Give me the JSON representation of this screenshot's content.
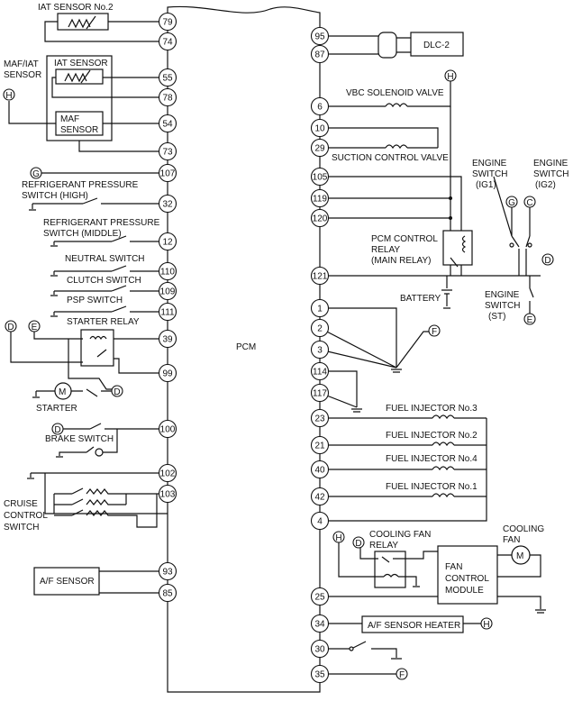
{
  "pcm_label": "PCM",
  "pins_left": [
    "79",
    "74",
    "55",
    "78",
    "54",
    "73",
    "107",
    "32",
    "12",
    "110",
    "109",
    "111",
    "39",
    "99",
    "100",
    "102",
    "103",
    "93",
    "85"
  ],
  "pins_right": [
    "95",
    "87",
    "6",
    "10",
    "29",
    "105",
    "119",
    "120",
    "121",
    "1",
    "2",
    "3",
    "114",
    "117",
    "23",
    "21",
    "40",
    "42",
    "4",
    "25",
    "34",
    "30",
    "35"
  ],
  "labels": {
    "iat2": "IAT SENSOR No.2",
    "maf_iat_1": "MAF/IAT",
    "maf_iat_2": "SENSOR",
    "iat_sensor": "IAT SENSOR",
    "maf_1": "MAF",
    "maf_2": "SENSOR",
    "refrig_high_1": "REFRIGERANT PRESSURE",
    "refrig_high_2": "SWITCH (HIGH)",
    "refrig_mid_1": "REFRIGERANT PRESSURE",
    "refrig_mid_2": "SWITCH (MIDDLE)",
    "neutral": "NEUTRAL SWITCH",
    "clutch": "CLUTCH SWITCH",
    "psp": "PSP SWITCH",
    "starter_relay": "STARTER RELAY",
    "starter": "STARTER",
    "brake": "BRAKE SWITCH",
    "cruise_1": "CRUISE",
    "cruise_2": "CONTROL",
    "cruise_3": "SWITCH",
    "af_sensor": "A/F SENSOR",
    "dlc": "DLC-2",
    "vbc": "VBC SOLENOID VALVE",
    "suction": "SUCTION CONTROL VALVE",
    "eng_ig1_1": "ENGINE",
    "eng_ig1_2": "SWITCH",
    "eng_ig1_3": "(IG1)",
    "eng_ig2_1": "ENGINE",
    "eng_ig2_2": "SWITCH",
    "eng_ig2_3": "(IG2)",
    "pcm_relay_1": "PCM CONTROL",
    "pcm_relay_2": "RELAY",
    "pcm_relay_3": "(MAIN RELAY)",
    "battery": "BATTERY",
    "eng_st_1": "ENGINE",
    "eng_st_2": "SWITCH",
    "eng_st_3": "(ST)",
    "inj3": "FUEL INJECTOR No.3",
    "inj2": "FUEL INJECTOR No.2",
    "inj4": "FUEL INJECTOR No.4",
    "inj1": "FUEL INJECTOR No.1",
    "cooling_fan_relay_1": "COOLING FAN",
    "cooling_fan_relay_2": "RELAY",
    "cooling_fan_1": "COOLING",
    "cooling_fan_2": "FAN",
    "fan_module_1": "FAN",
    "fan_module_2": "CONTROL",
    "fan_module_3": "MODULE",
    "af_heater": "A/F SENSOR HEATER",
    "motor": "M"
  },
  "connectors": {
    "c": "C",
    "d": "D",
    "e": "E",
    "f": "F",
    "g": "G",
    "h": "H"
  }
}
